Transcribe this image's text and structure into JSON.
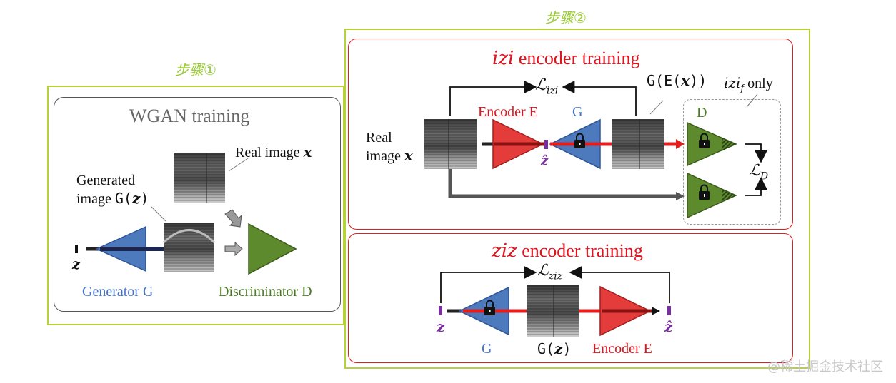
{
  "labels": {
    "step1": "步骤①",
    "step2": "步骤②",
    "wgan_title": "WGAN training",
    "izi_title_italic": "izi",
    "izi_title_rest": " encoder training",
    "ziz_title_italic": "ziz",
    "ziz_title_rest": " encoder training",
    "real_image_x_text": "Real image ",
    "x_symbol": "x",
    "generated_line1": "Generated",
    "generated_line2": "image ",
    "gz_left": "G(",
    "gz_z": "z",
    "gz_right": ")",
    "z_symbol": "z",
    "generator_g": "Generator G",
    "discriminator_d": "Discriminator D",
    "loss_izi": "ℒ",
    "loss_izi_sub": "izi",
    "gex_text": "G(E(",
    "gex_x": "x",
    "gex_close": "))",
    "izif_text": "izi",
    "izif_sub": "f",
    "izif_only": " only",
    "encoder_e_top": "Encoder E",
    "g_top": "G",
    "d_top": "D",
    "real_line1": "Real",
    "real_line2": "image ",
    "zhat_top": "ẑ",
    "loss_d": "ℒ",
    "loss_d_sub": "D",
    "loss_ziz": "ℒ",
    "loss_ziz_sub": "ziz",
    "z_bottom": "z",
    "zhat_bottom": "ẑ",
    "g_bottom": "G",
    "gz_bottom_left": "G(",
    "gz_bottom_z": "z",
    "gz_bottom_right": ")",
    "encoder_e_bottom": "Encoder E",
    "watermark": "@稀土掘金技术社区"
  },
  "colors": {
    "generator_blue": "#4472c4",
    "discriminator_green": "#5e8a2e",
    "encoder_red": "#e03030",
    "frame_green": "#b5d334",
    "frame_red": "#e02020",
    "latent_purple": "#7a2fa0"
  },
  "icons": {
    "lock": "lock-icon"
  }
}
